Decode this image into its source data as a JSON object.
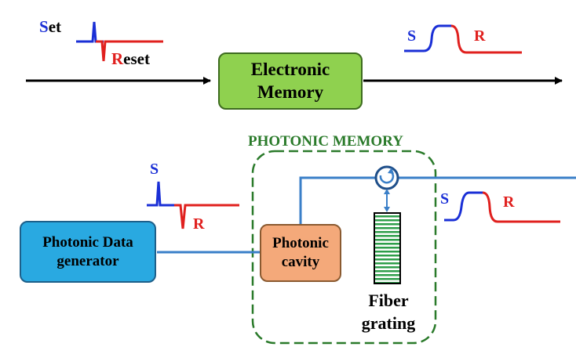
{
  "top": {
    "set_initial": "S",
    "set_rest": "et",
    "reset_initial": "R",
    "reset_rest": "eset",
    "box_line1": "Electronic",
    "box_line2": "Memory",
    "out_s": "S",
    "out_r": "R"
  },
  "bottom": {
    "title": "PHOTONIC MEMORY",
    "in_s": "S",
    "in_r": "R",
    "generator_line1": "Photonic Data",
    "generator_line2": "generator",
    "cavity_line1": "Photonic",
    "cavity_line2": "cavity",
    "grating_line1": "Fiber",
    "grating_line2": "grating",
    "out_s": "S",
    "out_r": "R"
  },
  "colors": {
    "set": "#1a2fd6",
    "reset": "#e0201e",
    "electronic_box": "#8fd14f",
    "generator_box": "#29a9e1",
    "cavity_box": "#f4a97a",
    "photonic_border": "#2a7a2a",
    "fiber": "#3a7fc8",
    "grating": "#2e9e4a"
  }
}
